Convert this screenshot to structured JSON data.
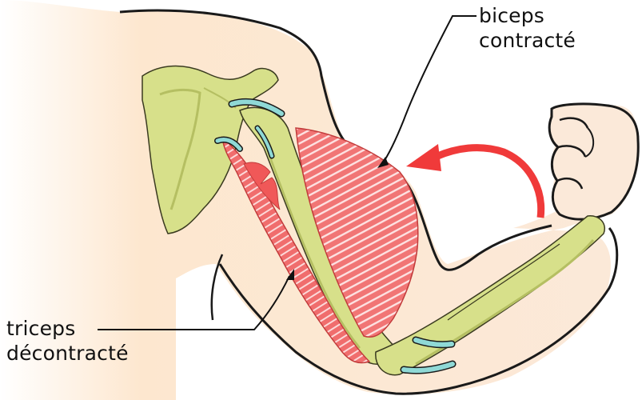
{
  "labels": {
    "biceps_line1": "biceps",
    "biceps_line2": "contracté",
    "triceps_line1": "triceps",
    "triceps_line2": "décontracté"
  },
  "colors": {
    "skin": "#fbe8d6",
    "skin_outline": "#1a1a1a",
    "bone": "#d9e38c",
    "bone_shadow": "#b9c35f",
    "muscle": "#f07a7a",
    "muscle_stripe": "#fde6e6",
    "tendon": "#8fd9d6",
    "arrow": "#f03a3a"
  },
  "icons": {
    "movement_arrow": "curved-arrow-icon"
  }
}
